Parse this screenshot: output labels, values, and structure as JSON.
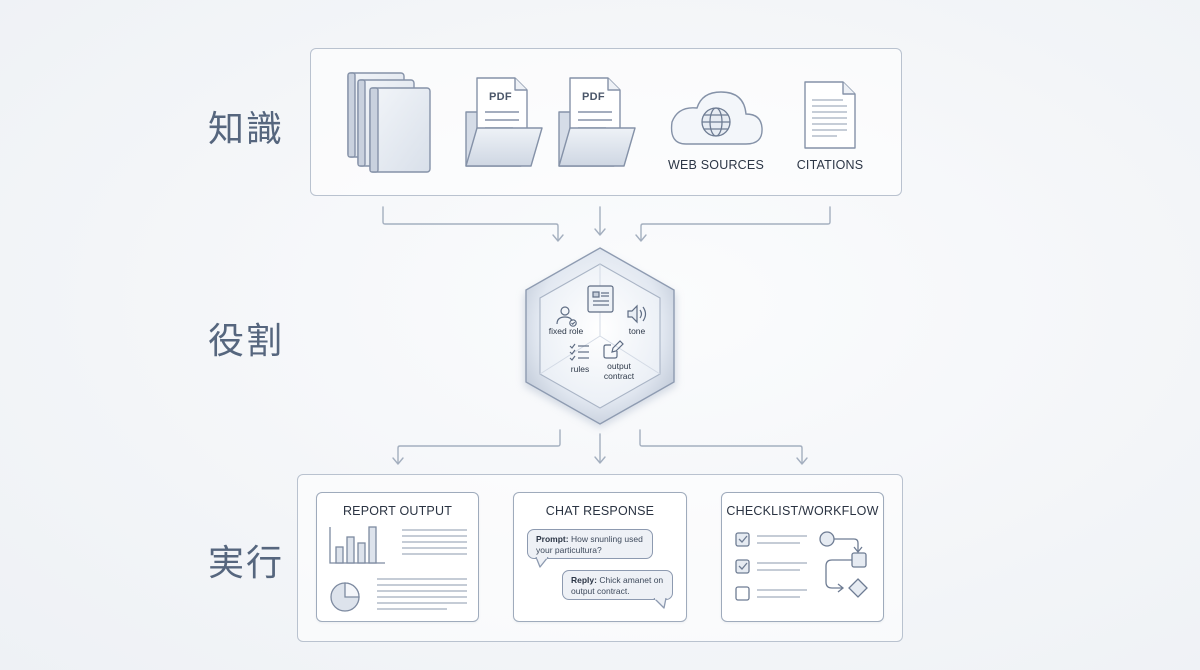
{
  "labels": {
    "knowledge": "知識",
    "role": "役割",
    "execution": "実行"
  },
  "knowledge_sources": {
    "pdf_1": "PDF",
    "pdf_2": "PDF",
    "web_sources": "WEB SOURCES",
    "citations": "CITATIONS"
  },
  "role_hexagon": {
    "fixed_role": "fixed role",
    "tone": "tone",
    "rules": "rules",
    "output_contract_line1": "output",
    "output_contract_line2": "contract"
  },
  "outputs": {
    "report": {
      "title": "REPORT OUTPUT"
    },
    "chat": {
      "title": "CHAT RESPONSE",
      "prompt_label": "Prompt:",
      "prompt_text_1": "How snunling used",
      "prompt_text_2": "your particultura?",
      "reply_label": "Reply:",
      "reply_text_1": "Chick amanet on",
      "reply_text_2": "output contract."
    },
    "checklist": {
      "title": "CHECKLIST/WORKFLOW"
    }
  },
  "colors": {
    "stroke": "#8d9ab0",
    "panel_border": "#b9c2cf",
    "label": "#56667e",
    "fill_light": "#e3e8f0"
  }
}
